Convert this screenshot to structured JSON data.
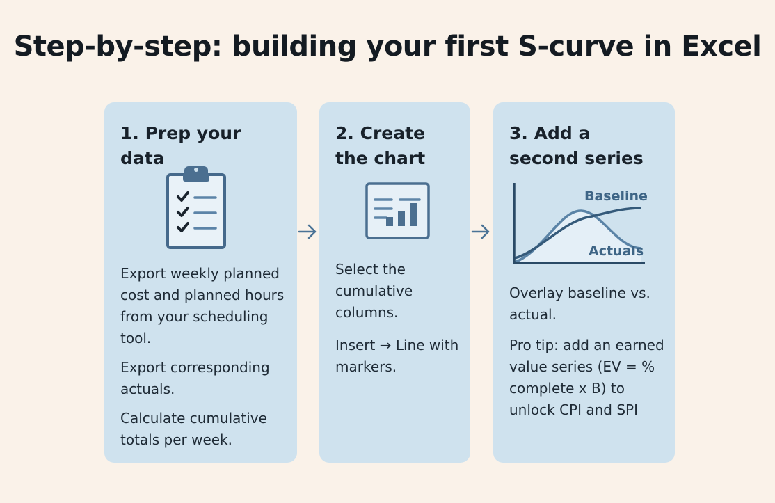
{
  "title": "Step-by-step: building your first S-curve in Excel",
  "colors": {
    "background": "#faf2e9",
    "card": "#cfe2ee",
    "accent": "#466b8d",
    "arrow": "#4a7396"
  },
  "steps": [
    {
      "title": "1. Prep your data",
      "icon": "clipboard-checklist-icon",
      "paragraphs": [
        "Export weekly planned cost and planned hours from your scheduling tool.",
        "Export corresponding actuals.",
        "Calculate cumulative totals per week."
      ]
    },
    {
      "title": "2. Create the chart",
      "icon": "chart-icon",
      "paragraphs": [
        "Select the cumulative columns.",
        "Insert → Line with markers."
      ]
    },
    {
      "title": "3. Add a second series",
      "icon": "s-curve-chart-icon",
      "chart_labels": {
        "baseline": "Baseline",
        "actuals": "Actuals"
      },
      "paragraphs": [
        "Overlay baseline vs. actual.",
        "Pro tip: add an earned value series (EV = % complete x B) to unlock CPI and SPI"
      ]
    }
  ],
  "arrows": [
    "right-arrow-icon",
    "right-arrow-icon"
  ]
}
